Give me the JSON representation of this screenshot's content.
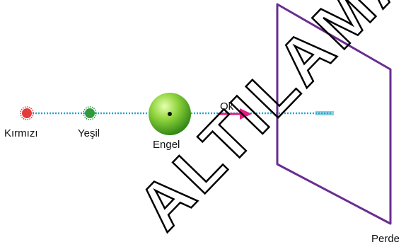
{
  "labels": {
    "red_source": "Kırmızı",
    "green_source": "Yeşil",
    "obstacle": "Engel",
    "arrow": "Ok",
    "screen": "Perde"
  },
  "watermark": "ALTILAMA",
  "colors": {
    "red_source": "#e53b3b",
    "green_source": "#2f9a3a",
    "beam": "#2aa6c9",
    "obstacle_light": "#bff07a",
    "obstacle_dark": "#3c9a1c",
    "arrow": "#e0207f",
    "screen": "#6a2c91",
    "watermark": "#000000"
  }
}
